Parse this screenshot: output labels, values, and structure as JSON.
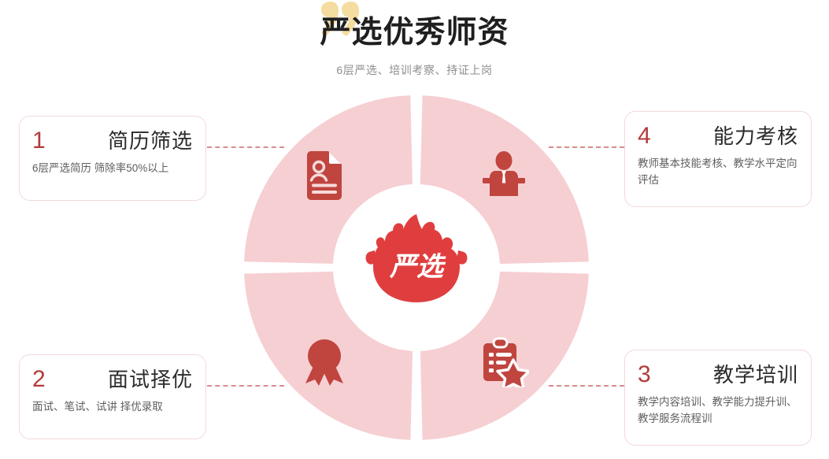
{
  "header": {
    "title": "严选优秀师资",
    "subtitle": "6层严选、培训考察、持证上岗",
    "quote_icon": "quote-mark-icon",
    "quote_color": "#F5DCA0"
  },
  "center": {
    "logo_text": "严选",
    "logo_icon": "crown-badge-icon",
    "logo_color": "#E03E3E"
  },
  "colors": {
    "ring_segment": "#F6CFD3",
    "icon_red": "#C0453F",
    "accent_red": "#B33B3B",
    "dash_line": "#D98C8C",
    "card_border": "#F3D8D8",
    "title_dark": "#1F1F1F",
    "subtitle_grey": "#8D8D8D"
  },
  "steps": [
    {
      "number": "1",
      "title": "简历筛选",
      "desc": "6层严选简历 筛除率50%以上",
      "icon": "resume-document-icon",
      "position": "top-left"
    },
    {
      "number": "2",
      "title": "面试择优",
      "desc": "面试、笔试、试讲 择优录取",
      "icon": "award-medal-icon",
      "position": "bottom-left"
    },
    {
      "number": "3",
      "title": "教学培训",
      "desc": "教学内容培训、教学能力提升训、教学服务流程训",
      "icon": "clipboard-star-icon",
      "position": "bottom-right"
    },
    {
      "number": "4",
      "title": "能力考核",
      "desc": "教师基本技能考核、教学水平定向评估",
      "icon": "podium-speaker-icon",
      "position": "top-right"
    }
  ]
}
